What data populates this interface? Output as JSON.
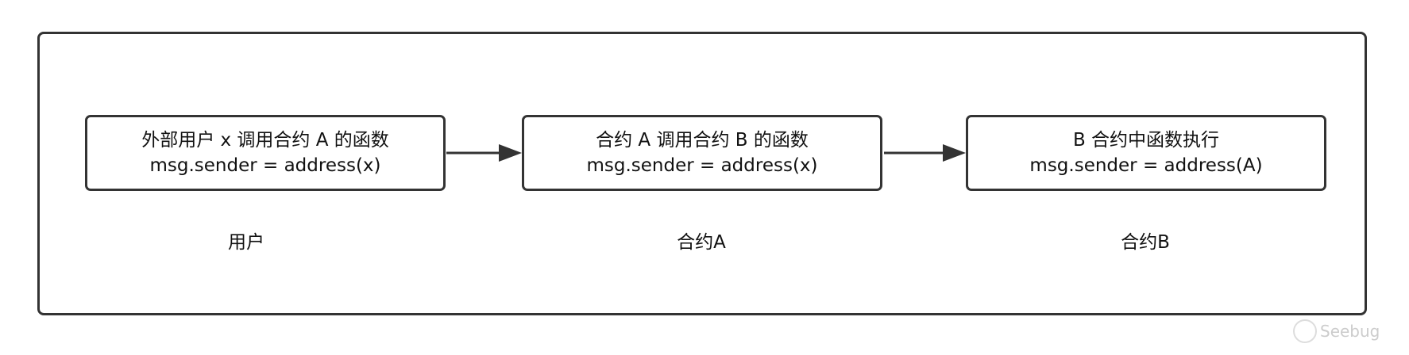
{
  "nodes": [
    {
      "line1": "外部用户 x 调用合约 A 的函数",
      "line2": "msg.sender = address(x)",
      "label": "用户"
    },
    {
      "line1": "合约 A 调用合约 B 的函数",
      "line2": "msg.sender = address(x)",
      "label": "合约A"
    },
    {
      "line1": "B 合约中函数执行",
      "line2": "msg.sender = address(A)",
      "label": "合约B"
    }
  ],
  "watermark": "Seebug"
}
